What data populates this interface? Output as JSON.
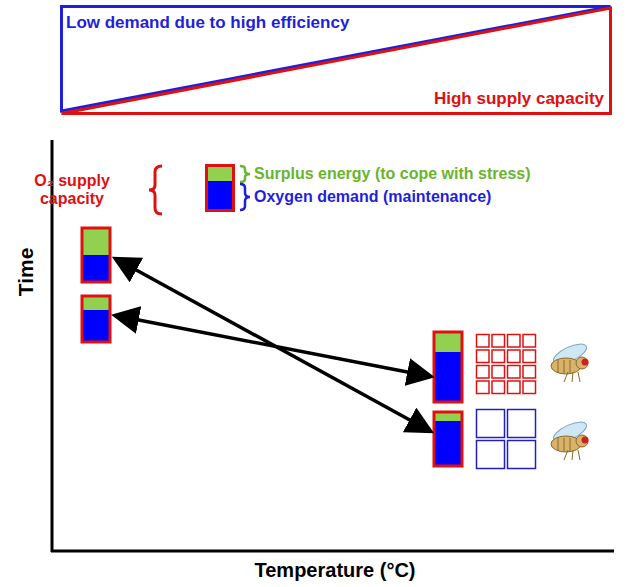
{
  "diagram": {
    "nodes": [
      {
        "text": [
          "Low demand due to high efficiency"
        ]
      },
      {
        "text": [
          "High supply capacity"
        ]
      }
    ],
    "labels": [
      "Time",
      "Temperature (°C)",
      "O₂ supply capacity"
    ],
    "legend": [
      {
        "text": "Surplus energy (to cope with stress)",
        "color": "#92d050"
      },
      {
        "text": "Oxygen demand (maintenance)",
        "color": "#0000ff"
      }
    ]
  }
}
